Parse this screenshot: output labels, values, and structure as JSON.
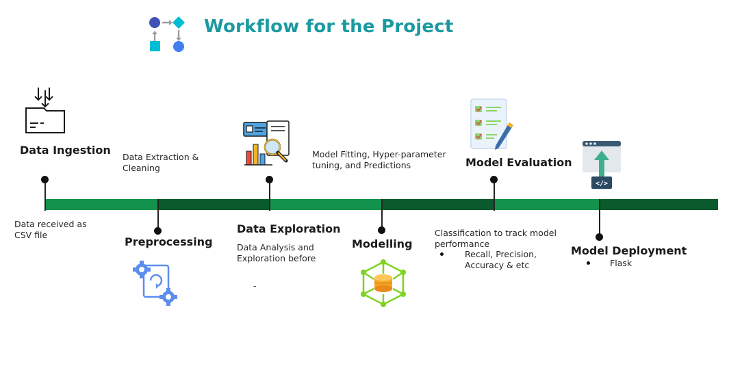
{
  "title": "Workflow for the Project",
  "colors": {
    "title": "#1a9aa0",
    "timeline_light": "#12924a",
    "timeline_dark": "#0a5a2e"
  },
  "stages": {
    "ingestion": {
      "label": "Data Ingestion",
      "note": "Data received as CSV  file",
      "icon": "folder-download-icon"
    },
    "preprocessing": {
      "label": "Preprocessing",
      "note": "Data Extraction & Cleaning",
      "icon": "gears-process-icon"
    },
    "exploration": {
      "label": "Data Exploration",
      "note": "Data Analysis and Exploration before",
      "dash": "-",
      "icon": "chart-magnifier-icon"
    },
    "modelling": {
      "label": "Modelling",
      "note": "Model Fitting, Hyper-parameter tuning, and Predictions",
      "icon": "cube-database-icon"
    },
    "evaluation": {
      "label": "Model Evaluation",
      "note": "Classification to track model performance",
      "bullet": "Recall, Precision, Accuracy & etc",
      "icon": "checklist-icon"
    },
    "deployment": {
      "label": "Model Deployment",
      "bullet": "Flask",
      "icon": "browser-upload-icon"
    }
  }
}
